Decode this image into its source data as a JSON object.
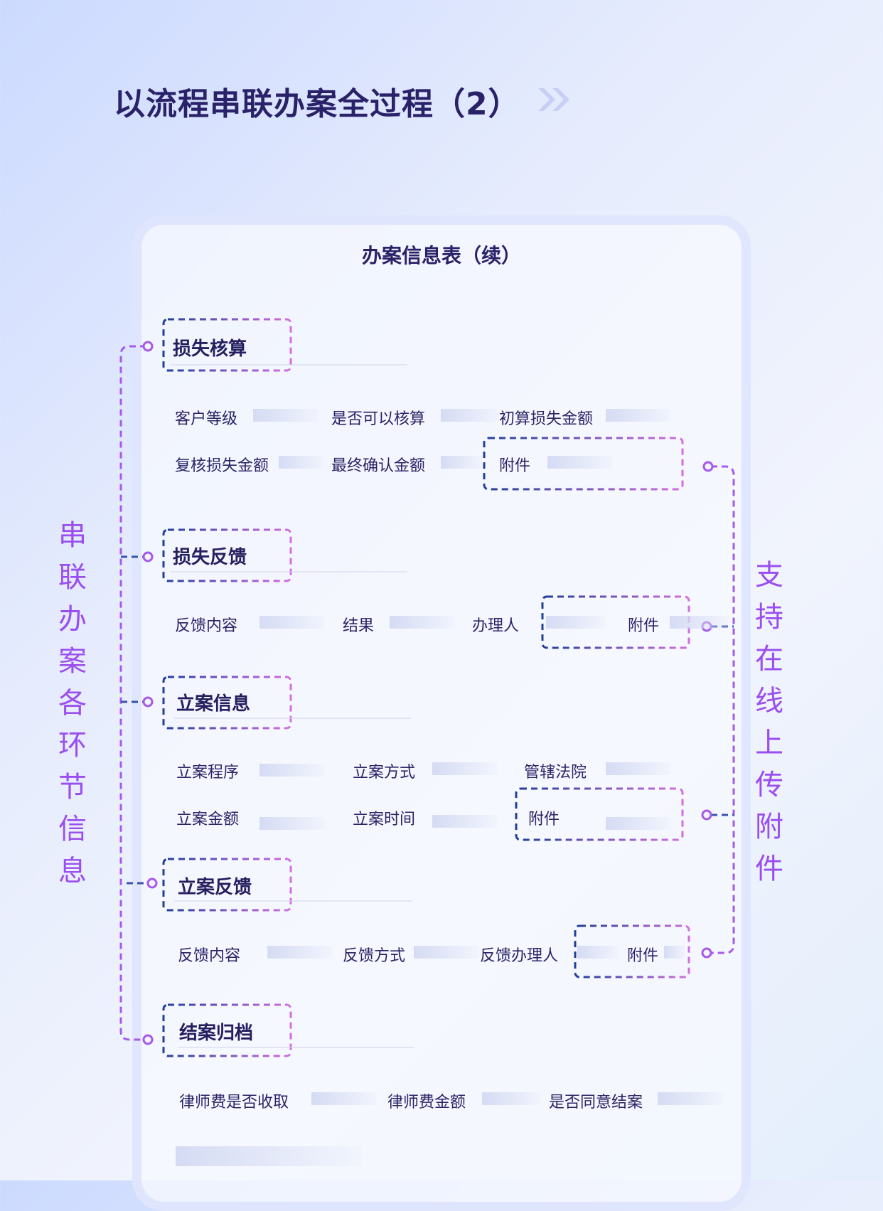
{
  "title": "以流程串联办案全过程（2）",
  "card_title": "办案信息表（续）",
  "left_label": "串\n联\n办\n案\n各\n环\n节\n信\n息",
  "right_label": "支\n持\n在\n线\n上\n传\n附\n件",
  "sections": {
    "loss_calc": {
      "label": "损失核算",
      "fields": [
        "客户等级",
        "是否可以核算",
        "初算损失金额",
        "复核损失金额",
        "最终确认金额",
        "附件"
      ]
    },
    "loss_feedback": {
      "label": "损失反馈",
      "fields": [
        "反馈内容",
        "结果",
        "办理人",
        "附件"
      ]
    },
    "filing_info": {
      "label": "立案信息",
      "fields": [
        "立案程序",
        "立案方式",
        "管辖法院",
        "立案金额",
        "立案时间",
        "附件"
      ]
    },
    "filing_feedback": {
      "label": "立案反馈",
      "fields": [
        "反馈内容",
        "反馈方式",
        "反馈办理人",
        "附件"
      ]
    },
    "closing": {
      "label": "结案归档",
      "fields": [
        "律师费是否收取",
        "律师费金额",
        "是否同意结案"
      ]
    }
  },
  "colors": {
    "title": "#2a2268",
    "accent_purple": "#9a4ef0",
    "dash_blue": "#1f3f9a",
    "dash_pink": "#d46ee0"
  }
}
